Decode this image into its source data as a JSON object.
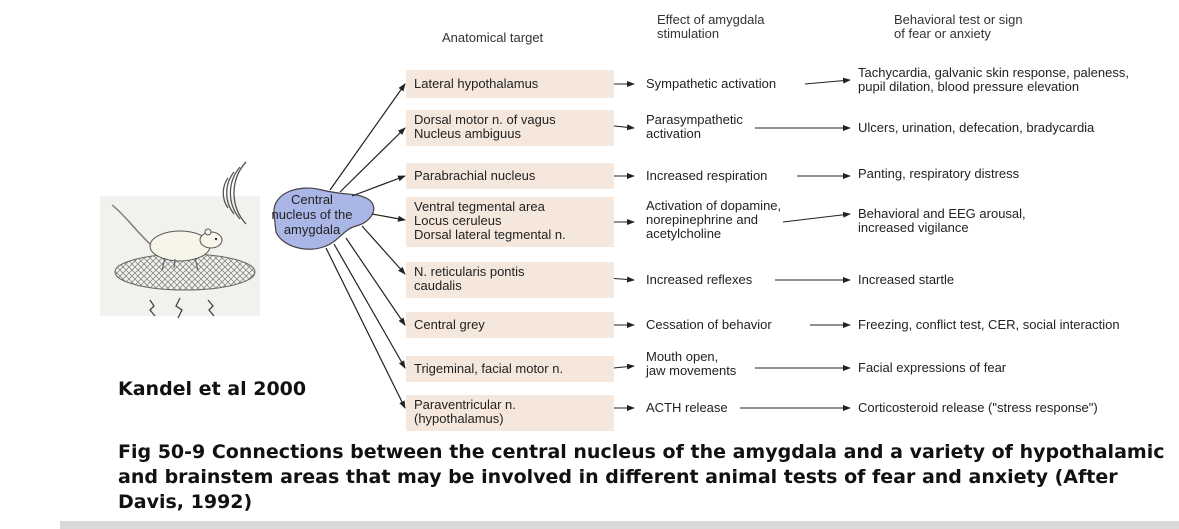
{
  "headers": {
    "anatomical": "Anatomical target",
    "effect": "Effect of amygdala\nstimulation",
    "behavior": "Behavioral test or sign\nof fear or anxiety"
  },
  "nucleus": "Central\nnucleus of the\namygdala",
  "rows": [
    {
      "target": "Lateral hypothalamus",
      "effect": "Sympathetic activation",
      "behavior": "Tachycardia, galvanic skin response, paleness,\npupil dilation, blood pressure elevation"
    },
    {
      "target": "Dorsal motor n. of vagus\nNucleus ambiguus",
      "effect": "Parasympathetic\nactivation",
      "behavior": "Ulcers, urination, defecation, bradycardia"
    },
    {
      "target": "Parabrachial nucleus",
      "effect": "Increased respiration",
      "behavior": "Panting, respiratory distress"
    },
    {
      "target": "Ventral tegmental area\nLocus ceruleus\nDorsal lateral tegmental n.",
      "effect": "Activation of dopamine,\nnorepinephrine and\nacetylcholine",
      "behavior": "Behavioral and EEG arousal,\nincreased vigilance"
    },
    {
      "target": "N. reticularis pontis\ncaudalis",
      "effect": "Increased reflexes",
      "behavior": "Increased startle"
    },
    {
      "target": "Central grey",
      "effect": "Cessation of behavior",
      "behavior": "Freezing, conflict test, CER, social interaction"
    },
    {
      "target": "Trigeminal, facial motor n.",
      "effect": "Mouth open,\njaw movements",
      "behavior": "Facial expressions of fear"
    },
    {
      "target": "Paraventricular n.\n(hypothalamus)",
      "effect": "ACTH release",
      "behavior": "Corticosteroid release (\"stress response\")"
    }
  ],
  "credit": "Kandel et al 2000",
  "caption": "Fig 50-9 Connections between the central nucleus of the amygdala and a variety of hypothalamic and brainstem areas that may be involved in different animal tests of fear and anxiety (After Davis, 1992)",
  "colors": {
    "nucleus_fill": "#a9b6e6",
    "target_box": "#f6e7dc",
    "arrow": "#222222"
  }
}
